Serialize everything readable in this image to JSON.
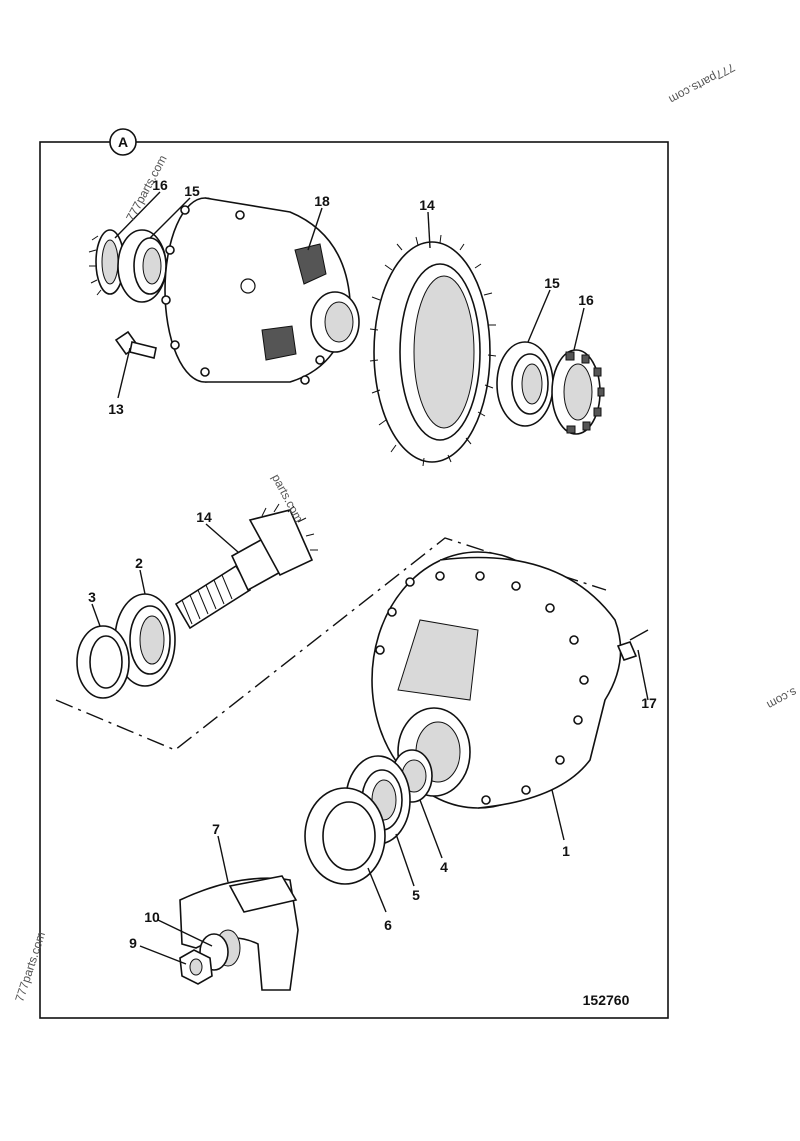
{
  "view_label": "A",
  "drawing_number": "152760",
  "watermarks": [
    "777parts.com",
    "777parts.com",
    "777parts.com",
    "parts.com",
    "s.com"
  ],
  "callouts": {
    "c1": "1",
    "c2": "2",
    "c3": "3",
    "c4": "4",
    "c5": "5",
    "c6": "6",
    "c7": "7",
    "c9": "9",
    "c10": "10",
    "c13": "13",
    "c14a": "14",
    "c14b": "14",
    "c15a": "15",
    "c15b": "15",
    "c16a": "16",
    "c16b": "16",
    "c17": "17",
    "c18": "18"
  }
}
